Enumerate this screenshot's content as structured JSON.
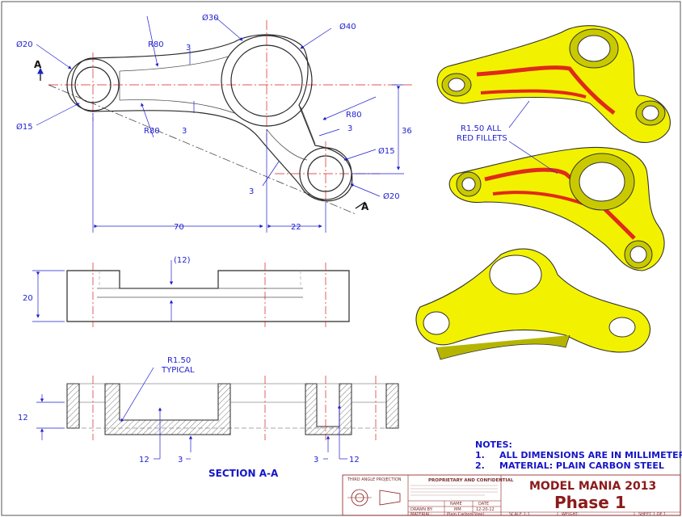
{
  "views": {
    "top": {
      "dims": {
        "d20_left": "Ø20",
        "d15_left": "Ø15",
        "r80_top": "R80",
        "r80_left": "R80",
        "r80_right": "R80",
        "d30": "Ø30",
        "d40": "Ø40",
        "d15_right": "Ø15",
        "d20_right": "Ø20",
        "web3_a": "3",
        "web3_b": "3",
        "web3_c": "3",
        "web3_d": "3",
        "h36": "36",
        "w70": "70",
        "w22": "22"
      },
      "section_letter_left": "A",
      "section_letter_right": "A"
    },
    "side": {
      "dims": {
        "ref12": "(12)",
        "h20": "20"
      }
    },
    "section": {
      "title": "SECTION A-A",
      "dims": {
        "fillet_line1": "R1.50",
        "fillet_line2": "TYPICAL",
        "h12": "12",
        "b12_left": "12",
        "b3_left": "3",
        "b3_right": "3",
        "b12_right": "12"
      }
    }
  },
  "iso_callout": {
    "line1": "R1.50 ALL",
    "line2": "RED FILLETS"
  },
  "notes": {
    "header": "NOTES:",
    "n1_num": "1.",
    "n1": "ALL DIMENSIONS ARE IN MILLIMETERS",
    "n2_num": "2.",
    "n2": "MATERIAL: PLAIN CARBON STEEL"
  },
  "title_block": {
    "projection": "THIRD ANGLE PROJECTION",
    "conf_title": "PROPRIETARY AND CONFIDENTIAL",
    "col_name": "NAME",
    "col_date": "DATE",
    "drawn_by_label": "DRAWN BY:",
    "drawn_by": "MM",
    "date": "12-20-12",
    "material_label": "MATERIAL:",
    "material": "Plain Carbon Steel",
    "scale": "SCALE 1:1",
    "weight": "WEIGHT:",
    "sheet": "SHEET 1 OF 1",
    "title": "MODEL MANIA 2013",
    "subtitle": "Phase 1"
  },
  "colors": {
    "line": "#2a2a2a",
    "dim": "#1f1fd0",
    "center": "#d62020",
    "body": "#f2f200",
    "body_dark": "#b5b500",
    "fillet": "#e02a1a",
    "title_red": "#8b1a1a"
  }
}
